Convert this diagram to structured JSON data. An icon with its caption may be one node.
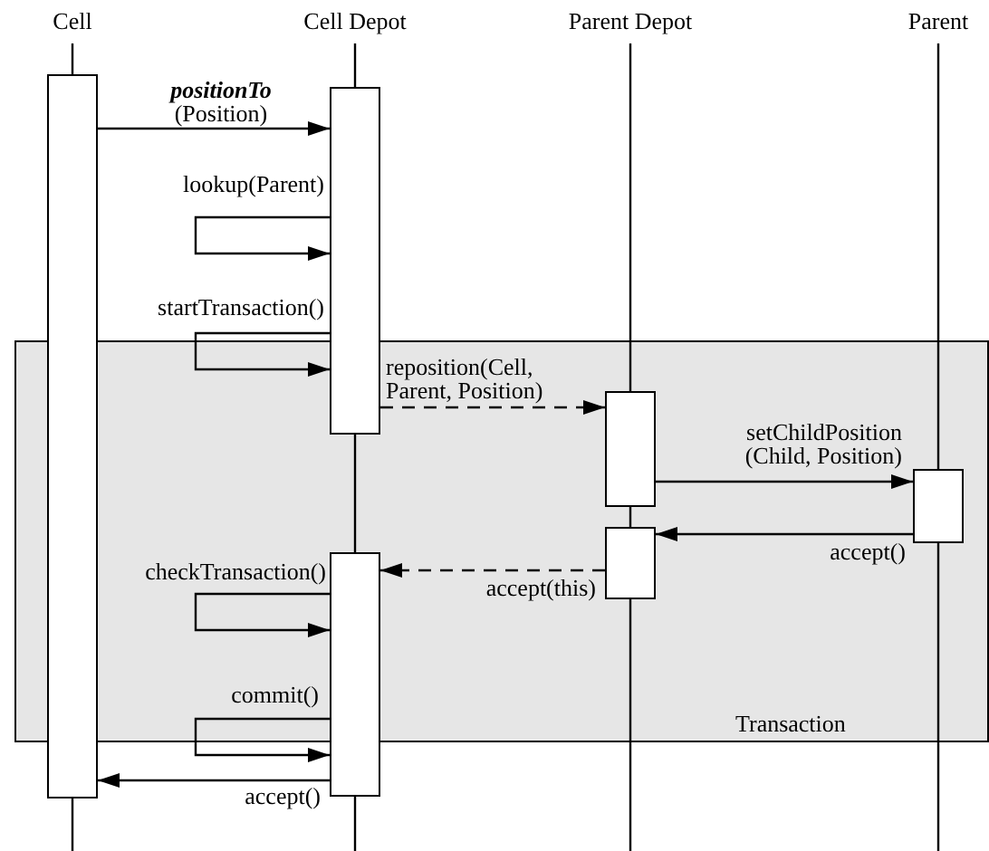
{
  "diagram": {
    "nodes": [
      {
        "text": [
          "Transaction"
        ]
      },
      {
        "text": [
          "Cell"
        ]
      },
      {
        "text": [
          "Cell Depot"
        ]
      },
      {
        "text": [
          "Parent Depot"
        ]
      },
      {
        "text": [
          "Parent"
        ]
      },
      {
        "text": [],
        "shape": "box"
      },
      {
        "text": [],
        "shape": "box"
      },
      {
        "text": [],
        "shape": "box",
        "in": 0
      },
      {
        "text": [],
        "shape": "box",
        "in": 0
      },
      {
        "text": [],
        "shape": "box",
        "in": 0
      },
      {
        "text": [],
        "shape": "box"
      }
    ],
    "edges": [
      {
        "from": 5,
        "to": 6,
        "arrow": "to",
        "label": "**positionTo** (Position)"
      },
      {
        "from": 6,
        "to": 6,
        "arrow": "to",
        "label": "lookup(Parent)"
      },
      {
        "from": 6,
        "to": 6,
        "arrow": "to",
        "label": "startTransaction()"
      },
      {
        "from": 6,
        "to": 7,
        "arrow": "to",
        "style": "dashed",
        "label": "reposition(Cell, Parent, Position)"
      },
      {
        "from": 7,
        "to": 8,
        "arrow": "to",
        "label": "setChildPosition (Child, Position)"
      },
      {
        "from": 8,
        "to": 9,
        "arrow": "to",
        "label": "accept()"
      },
      {
        "from": 9,
        "to": 10,
        "arrow": "to",
        "style": "dashed",
        "label": "accept(this)"
      },
      {
        "from": 10,
        "to": 10,
        "arrow": "to",
        "label": "checkTransaction()"
      },
      {
        "from": 10,
        "to": 10,
        "arrow": "to",
        "label": "commit()"
      },
      {
        "from": 10,
        "to": 5,
        "arrow": "to",
        "label": "accept()"
      }
    ]
  }
}
